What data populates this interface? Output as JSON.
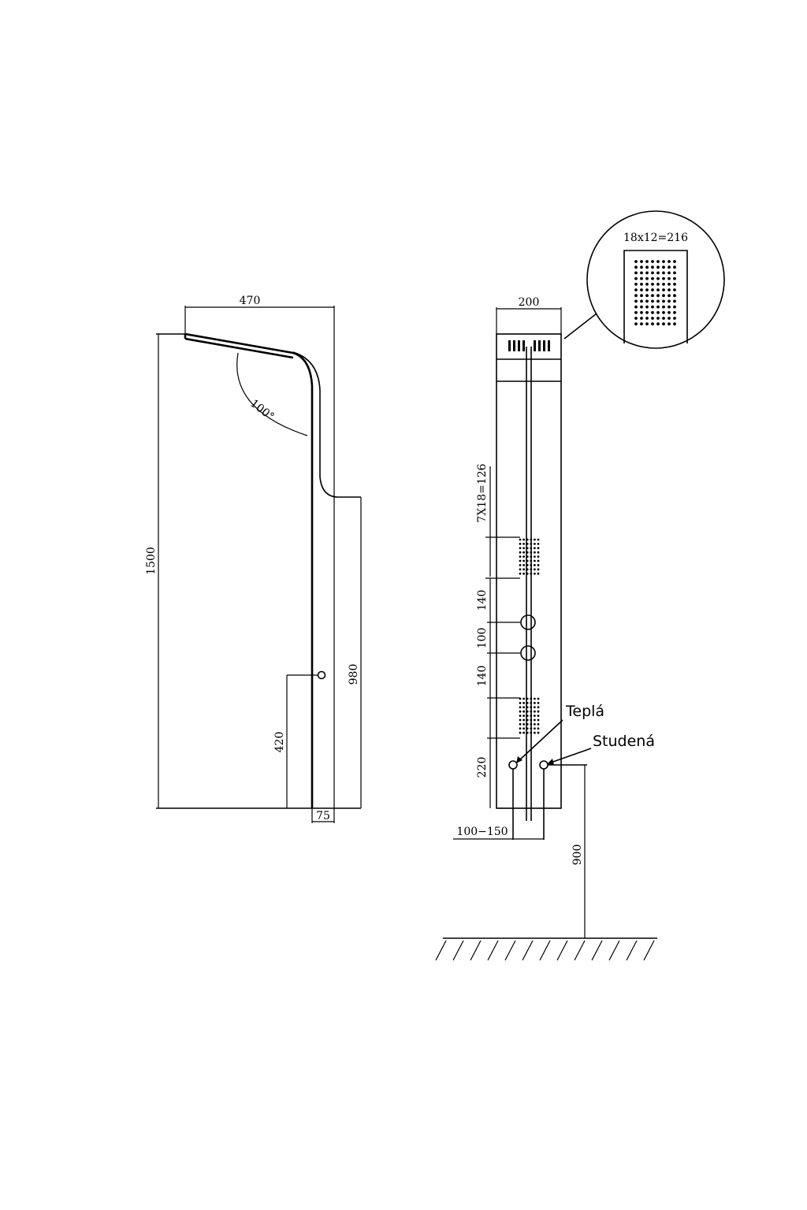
{
  "side_view": {
    "dim_width": "470",
    "dim_height": "1500",
    "dim_lower": "980",
    "dim_outlet": "420",
    "dim_depth": "75",
    "dim_angle": "100°"
  },
  "front_view": {
    "dim_width": "200",
    "dim_jets": "7X18=126",
    "dim_gap_top": "140",
    "dim_gap_mid": "100",
    "dim_gap_bottom": "140",
    "dim_base": "220",
    "dim_spacing": "100−150",
    "dim_floor": "900",
    "label_hot": "Teplá",
    "label_cold": "Studená"
  },
  "detail": {
    "dim_holes": "18x12=216"
  }
}
